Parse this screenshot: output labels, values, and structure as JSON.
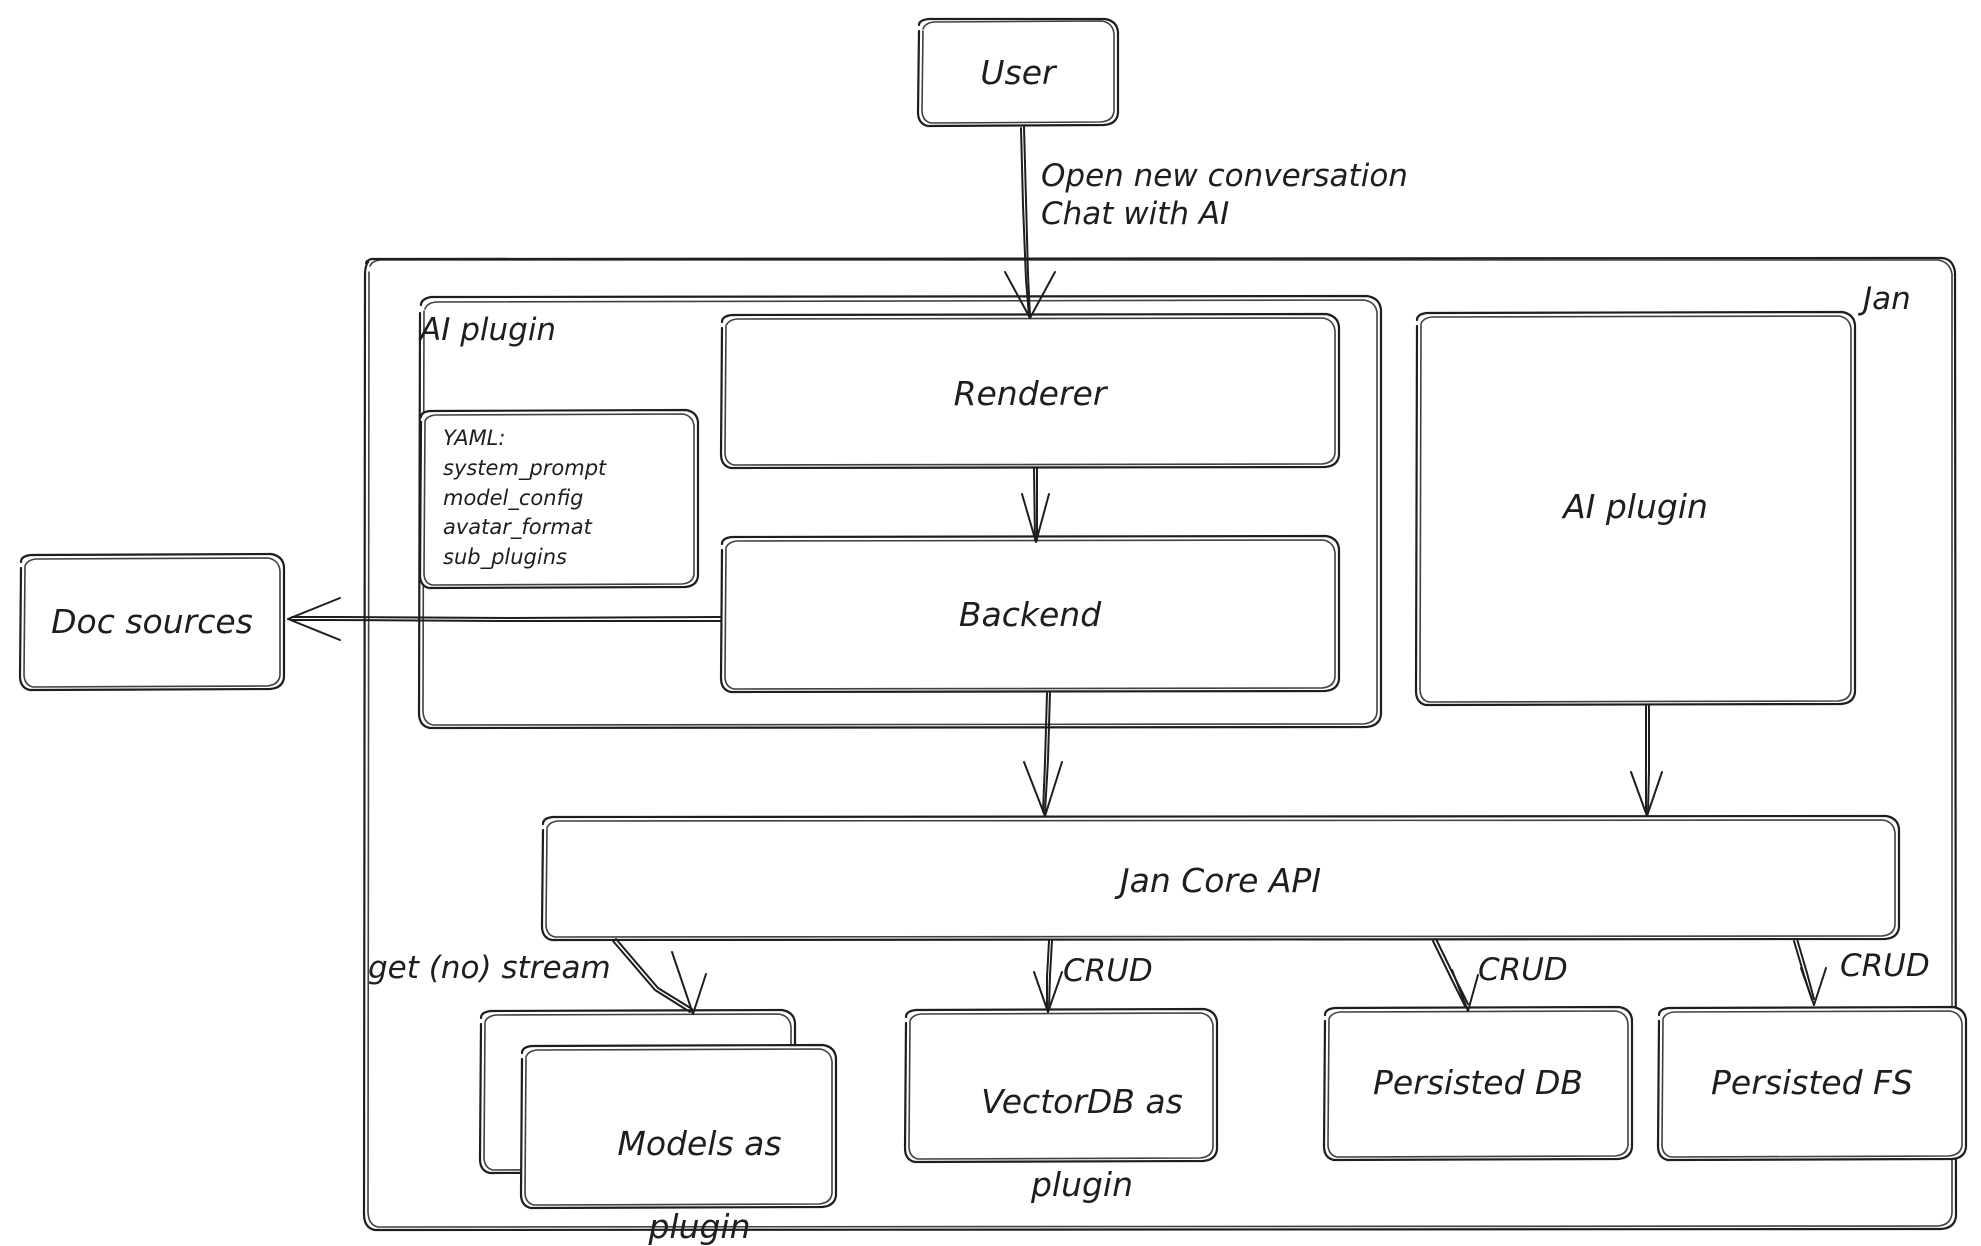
{
  "diagram": {
    "type": "architecture-flowchart",
    "style": "hand-drawn",
    "colors": {
      "stroke": "#1e1e1e",
      "background": "#ffffff",
      "fill": "#ffffff"
    },
    "containers": {
      "jan": {
        "label": "Jan"
      },
      "ai_plugin_group": {
        "label": "AI plugin"
      }
    },
    "nodes": {
      "user": {
        "label": "User"
      },
      "renderer": {
        "label": "Renderer"
      },
      "backend": {
        "label": "Backend"
      },
      "ai_plugin_right": {
        "label": "AI plugin"
      },
      "doc_sources": {
        "label": "Doc sources"
      },
      "jan_core_api": {
        "label": "Jan Core API"
      },
      "models_as_plugin": {
        "line1": "Models as",
        "line2": "plugin"
      },
      "vectordb_as_plugin": {
        "line1": "VectorDB as",
        "line2": "plugin"
      },
      "persisted_db": {
        "label": "Persisted DB"
      },
      "persisted_fs": {
        "label": "Persisted FS"
      }
    },
    "yaml_note": {
      "title": "YAML:",
      "lines": [
        "system_prompt",
        "model_config",
        "avatar_format",
        "sub_plugins"
      ],
      "text": "YAML:\nsystem_prompt\nmodel_config\navatar_format\nsub_plugins"
    },
    "edge_labels": {
      "user_to_renderer": "Open new conversation\nChat with AI",
      "core_to_models": "get (no) stream",
      "core_to_vectordb": "CRUD",
      "core_to_persisted_db": "CRUD",
      "core_to_persisted_fs": "CRUD"
    },
    "edges": [
      {
        "from": "user",
        "to": "renderer",
        "label": "Open new conversation / Chat with AI"
      },
      {
        "from": "renderer",
        "to": "backend",
        "label": ""
      },
      {
        "from": "backend",
        "to": "doc_sources",
        "label": ""
      },
      {
        "from": "backend",
        "to": "jan_core_api",
        "label": ""
      },
      {
        "from": "ai_plugin_right",
        "to": "jan_core_api",
        "label": ""
      },
      {
        "from": "jan_core_api",
        "to": "models_as_plugin",
        "label": "get (no) stream"
      },
      {
        "from": "jan_core_api",
        "to": "vectordb_as_plugin",
        "label": "CRUD"
      },
      {
        "from": "jan_core_api",
        "to": "persisted_db",
        "label": "CRUD"
      },
      {
        "from": "jan_core_api",
        "to": "persisted_fs",
        "label": "CRUD"
      }
    ]
  }
}
